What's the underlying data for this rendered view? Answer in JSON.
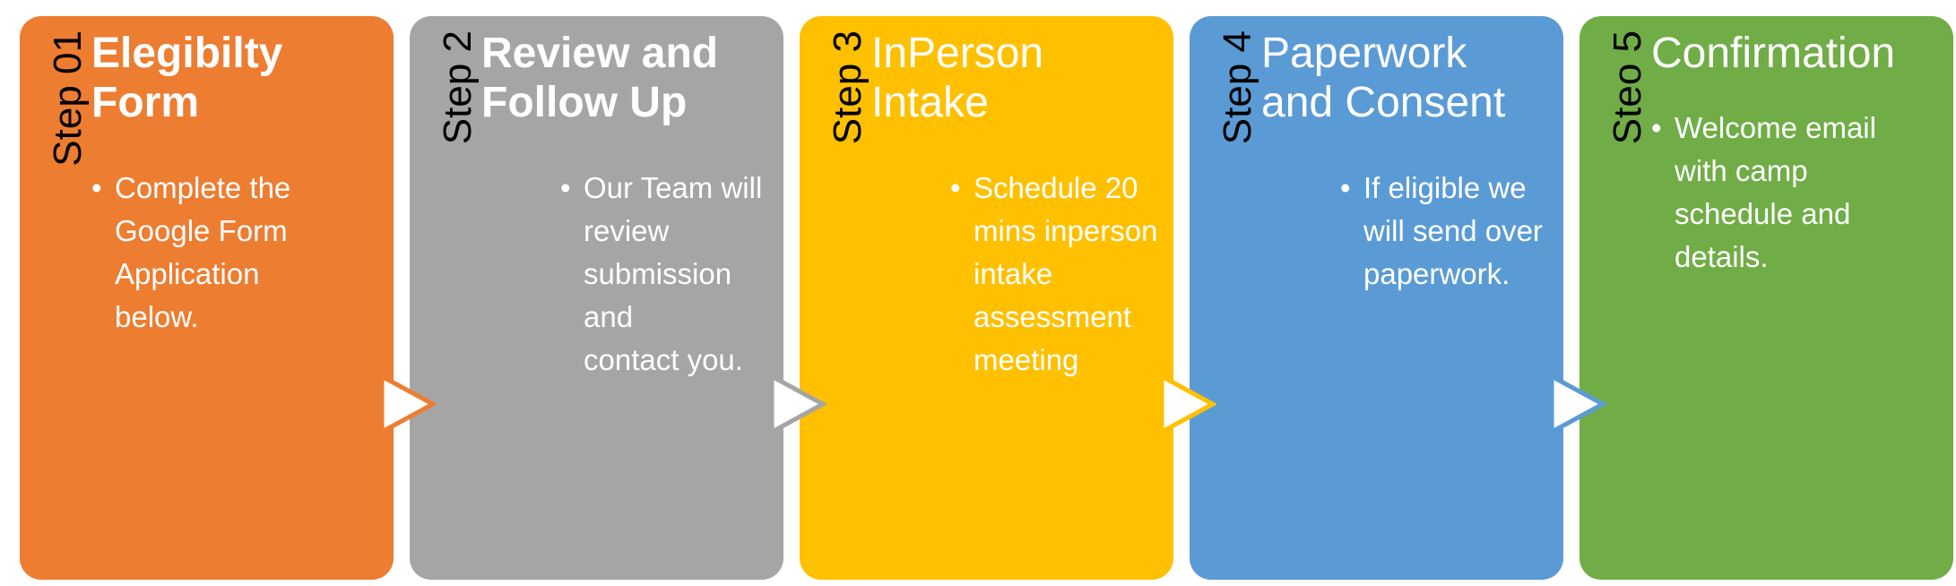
{
  "diagram": {
    "type": "horizontal-process-flow",
    "background": "#FFFFFF",
    "step_count": 5,
    "text_color": "#FFFFFF",
    "step_label_color": "#000000"
  },
  "steps": [
    {
      "label": "Step 01",
      "title": "Elegibilty Form",
      "bullet": "Complete the\nGoogle Form\nApplication\nbelow.",
      "color": "#ED7D31"
    },
    {
      "label": "Step 2",
      "title": "Review and Follow Up",
      "bullet": "Our Team will\nreview\nsubmission and\ncontact you.",
      "color": "#A5A5A5"
    },
    {
      "label": "Step 3",
      "title": "InPerson Intake",
      "bullet": "Schedule 20\nmins inperson\nintake\nassessment\nmeeting",
      "color": "#FFC000"
    },
    {
      "label": "Step 4",
      "title": "Paperwork and Consent",
      "bullet": "If eligible we\nwill send over\npaperwork.",
      "color": "#5B9BD5"
    },
    {
      "label": "Steo 5",
      "title": "Confirmation",
      "bullet": "Welcome email\nwith camp\nschedule and\ndetails.",
      "color": "#70AD47"
    }
  ],
  "connectors": [
    {
      "fill": "#FFFFFF",
      "border": "#ED7D31"
    },
    {
      "fill": "#FFFFFF",
      "border": "#A5A5A5"
    },
    {
      "fill": "#FFFFFF",
      "border": "#FFC000"
    },
    {
      "fill": "#FFFFFF",
      "border": "#5B9BD5"
    }
  ]
}
